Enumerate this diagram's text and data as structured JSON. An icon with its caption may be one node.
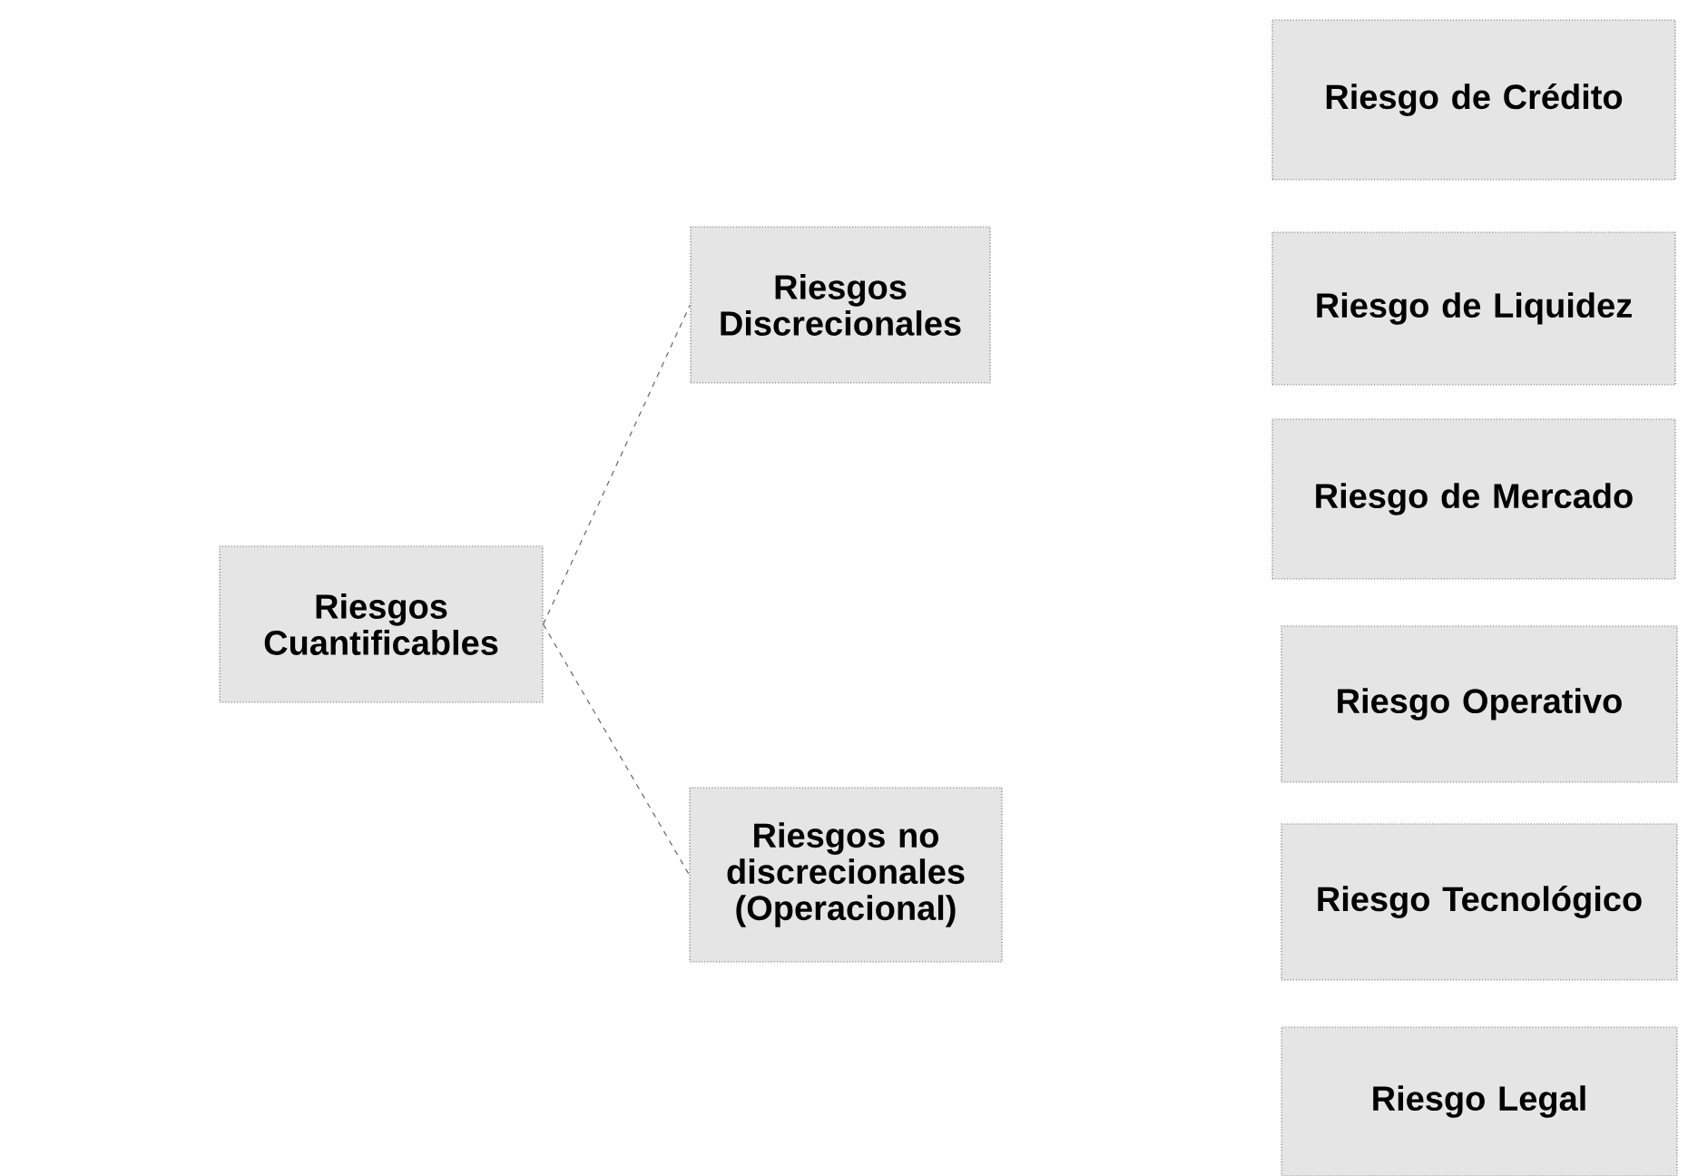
{
  "diagram": {
    "nodes": [
      {
        "text": [
          "Riesgos Cuantificables"
        ]
      },
      {
        "text": [
          "Riesgos Discrecionales"
        ]
      },
      {
        "text": [
          "Riesgos no discrecionales (Operacional)"
        ]
      },
      {
        "text": [
          "Riesgo de Crédito"
        ]
      },
      {
        "text": [
          "Riesgo de Liquidez"
        ]
      },
      {
        "text": [
          "Riesgo de Mercado"
        ]
      },
      {
        "text": [
          "Riesgo Operativo"
        ]
      },
      {
        "text": [
          "Riesgo Tecnológico"
        ]
      },
      {
        "text": [
          "Riesgo Legal"
        ]
      }
    ],
    "edges": [
      {
        "from": 0,
        "to": 1,
        "arrow": "none",
        "style": "dashed"
      },
      {
        "from": 0,
        "to": 2,
        "arrow": "none",
        "style": "dashed"
      }
    ]
  }
}
